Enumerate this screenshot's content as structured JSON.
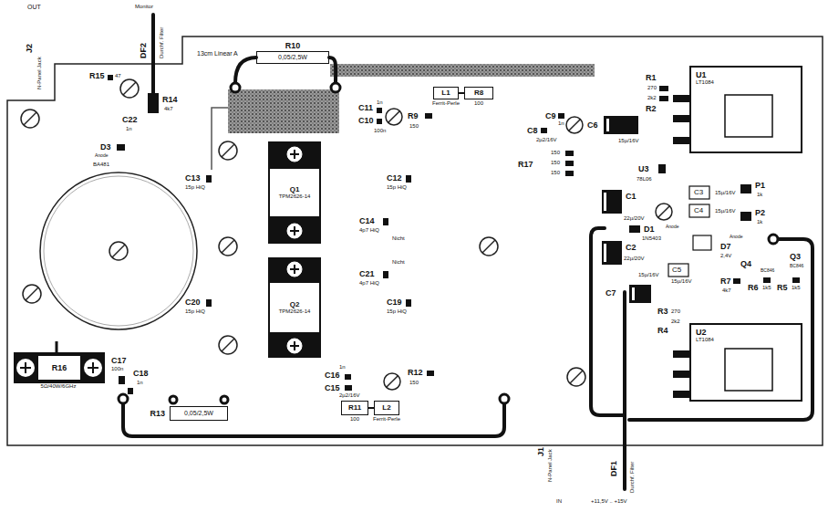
{
  "diagram": {
    "nodes": [
      {
        "text": [
          "R10",
          "0,05/2,5W"
        ]
      },
      {
        "text": [
          "L1",
          "Ferrit-Perle"
        ]
      },
      {
        "text": [
          "R8",
          "100"
        ]
      },
      {
        "text": [
          "U1",
          "LT1084"
        ]
      },
      {
        "text": [
          "Q1",
          "TPM2626-14"
        ]
      },
      {
        "text": [
          "Q2",
          "TPM2626-14"
        ]
      },
      {
        "text": [
          "U2",
          "LT1084"
        ]
      },
      {
        "text": [
          "R16",
          "5Ω/40W/6GHz"
        ]
      },
      {
        "text": [
          "R13",
          "0,05/2,5W"
        ]
      },
      {
        "text": [
          "R11",
          "100"
        ]
      },
      {
        "text": [
          "L2",
          "Ferrit-Perle"
        ]
      }
    ],
    "edges": [
      {
        "from": 1,
        "to": 2,
        "arrow": "none"
      },
      {
        "from": 9,
        "to": 10,
        "arrow": "none"
      }
    ],
    "labels": [
      "OUT",
      "J2",
      "N-Panel Jack",
      "Monitor",
      "DF2",
      "Durchf. Filter",
      "R15",
      "47",
      "R14",
      "4k7",
      "C22",
      "1n",
      "D3",
      "Anode",
      "BA481",
      "13cm Linear A",
      "C11",
      "1n",
      "C10",
      "100n",
      "R9",
      "150",
      "C9",
      "1n",
      "C8",
      "2µ2/16V",
      "C6",
      "15µ/16V",
      "R1",
      "270",
      "2k2",
      "R2",
      "R17",
      "150",
      "150",
      "150",
      "U3",
      "78L06",
      "C13",
      "15p HiQ",
      "C12",
      "15p HiQ",
      "C1",
      "22µ/20V",
      "C3",
      "15µ/16V",
      "C4",
      "15µ/16V",
      "P1",
      "1k",
      "P2",
      "1k",
      "C14",
      "4p7 HiQ",
      "Nicht",
      "D1",
      "Anode",
      "1N5403",
      "Anode",
      "D7",
      "2,4V",
      "C2",
      "22µ/20V",
      "Q3",
      "Nicht",
      "Q4",
      "BC846",
      "BC846",
      "C5",
      "15µ/16V",
      "C21",
      "15µ/16V",
      "4p7 HiQ",
      "R7",
      "4k7",
      "R6",
      "1k5",
      "R5",
      "1k5",
      "C7",
      "C20",
      "15p HiQ",
      "C19",
      "15p HiQ",
      "R3",
      "270",
      "2k2",
      "R4",
      "C17",
      "100n",
      "C18",
      "1n",
      "1n",
      "C16",
      "R12",
      "150",
      "C15",
      "2µ2/16V",
      "J1",
      "N-Panel Jack",
      "DF1",
      "Durchf. Filter",
      "IN",
      "+11,5V .. +15V"
    ]
  }
}
